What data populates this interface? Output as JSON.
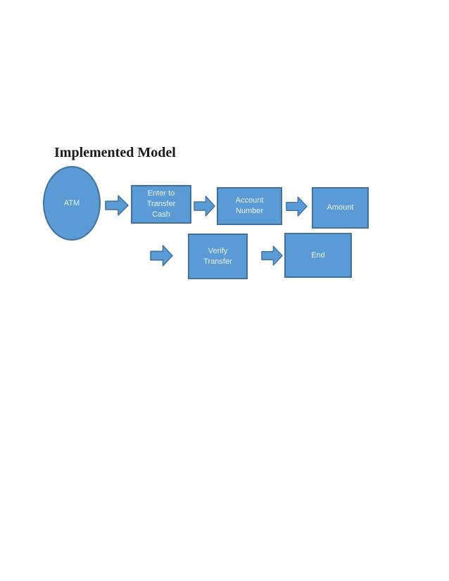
{
  "page": {
    "title": "Implemented Model"
  },
  "colors": {
    "page_bg": "#ffffff",
    "title_text": "#1a1a1a",
    "shape_fill": "#5b9bd5",
    "shape_border": "#41719c",
    "shape_text": "#edf3fa"
  },
  "diagram": {
    "nodes": [
      {
        "id": "atm",
        "shape": "ellipse",
        "label": "ATM"
      },
      {
        "id": "enter-to-transfer-cash",
        "shape": "rect",
        "label": "Enter to Transfer Cash"
      },
      {
        "id": "account-number",
        "shape": "rect",
        "label": "Account Number"
      },
      {
        "id": "amount",
        "shape": "rect",
        "label": "Amount"
      },
      {
        "id": "verify-transfer",
        "shape": "rect",
        "label": "Verify Transfer"
      },
      {
        "id": "end",
        "shape": "rect",
        "label": "End"
      }
    ],
    "edges": [
      {
        "from": "atm",
        "to": "enter-to-transfer-cash"
      },
      {
        "from": "enter-to-transfer-cash",
        "to": "account-number"
      },
      {
        "from": "account-number",
        "to": "amount"
      },
      {
        "from": "amount",
        "to": "verify-transfer"
      },
      {
        "from": "verify-transfer",
        "to": "end"
      }
    ]
  }
}
